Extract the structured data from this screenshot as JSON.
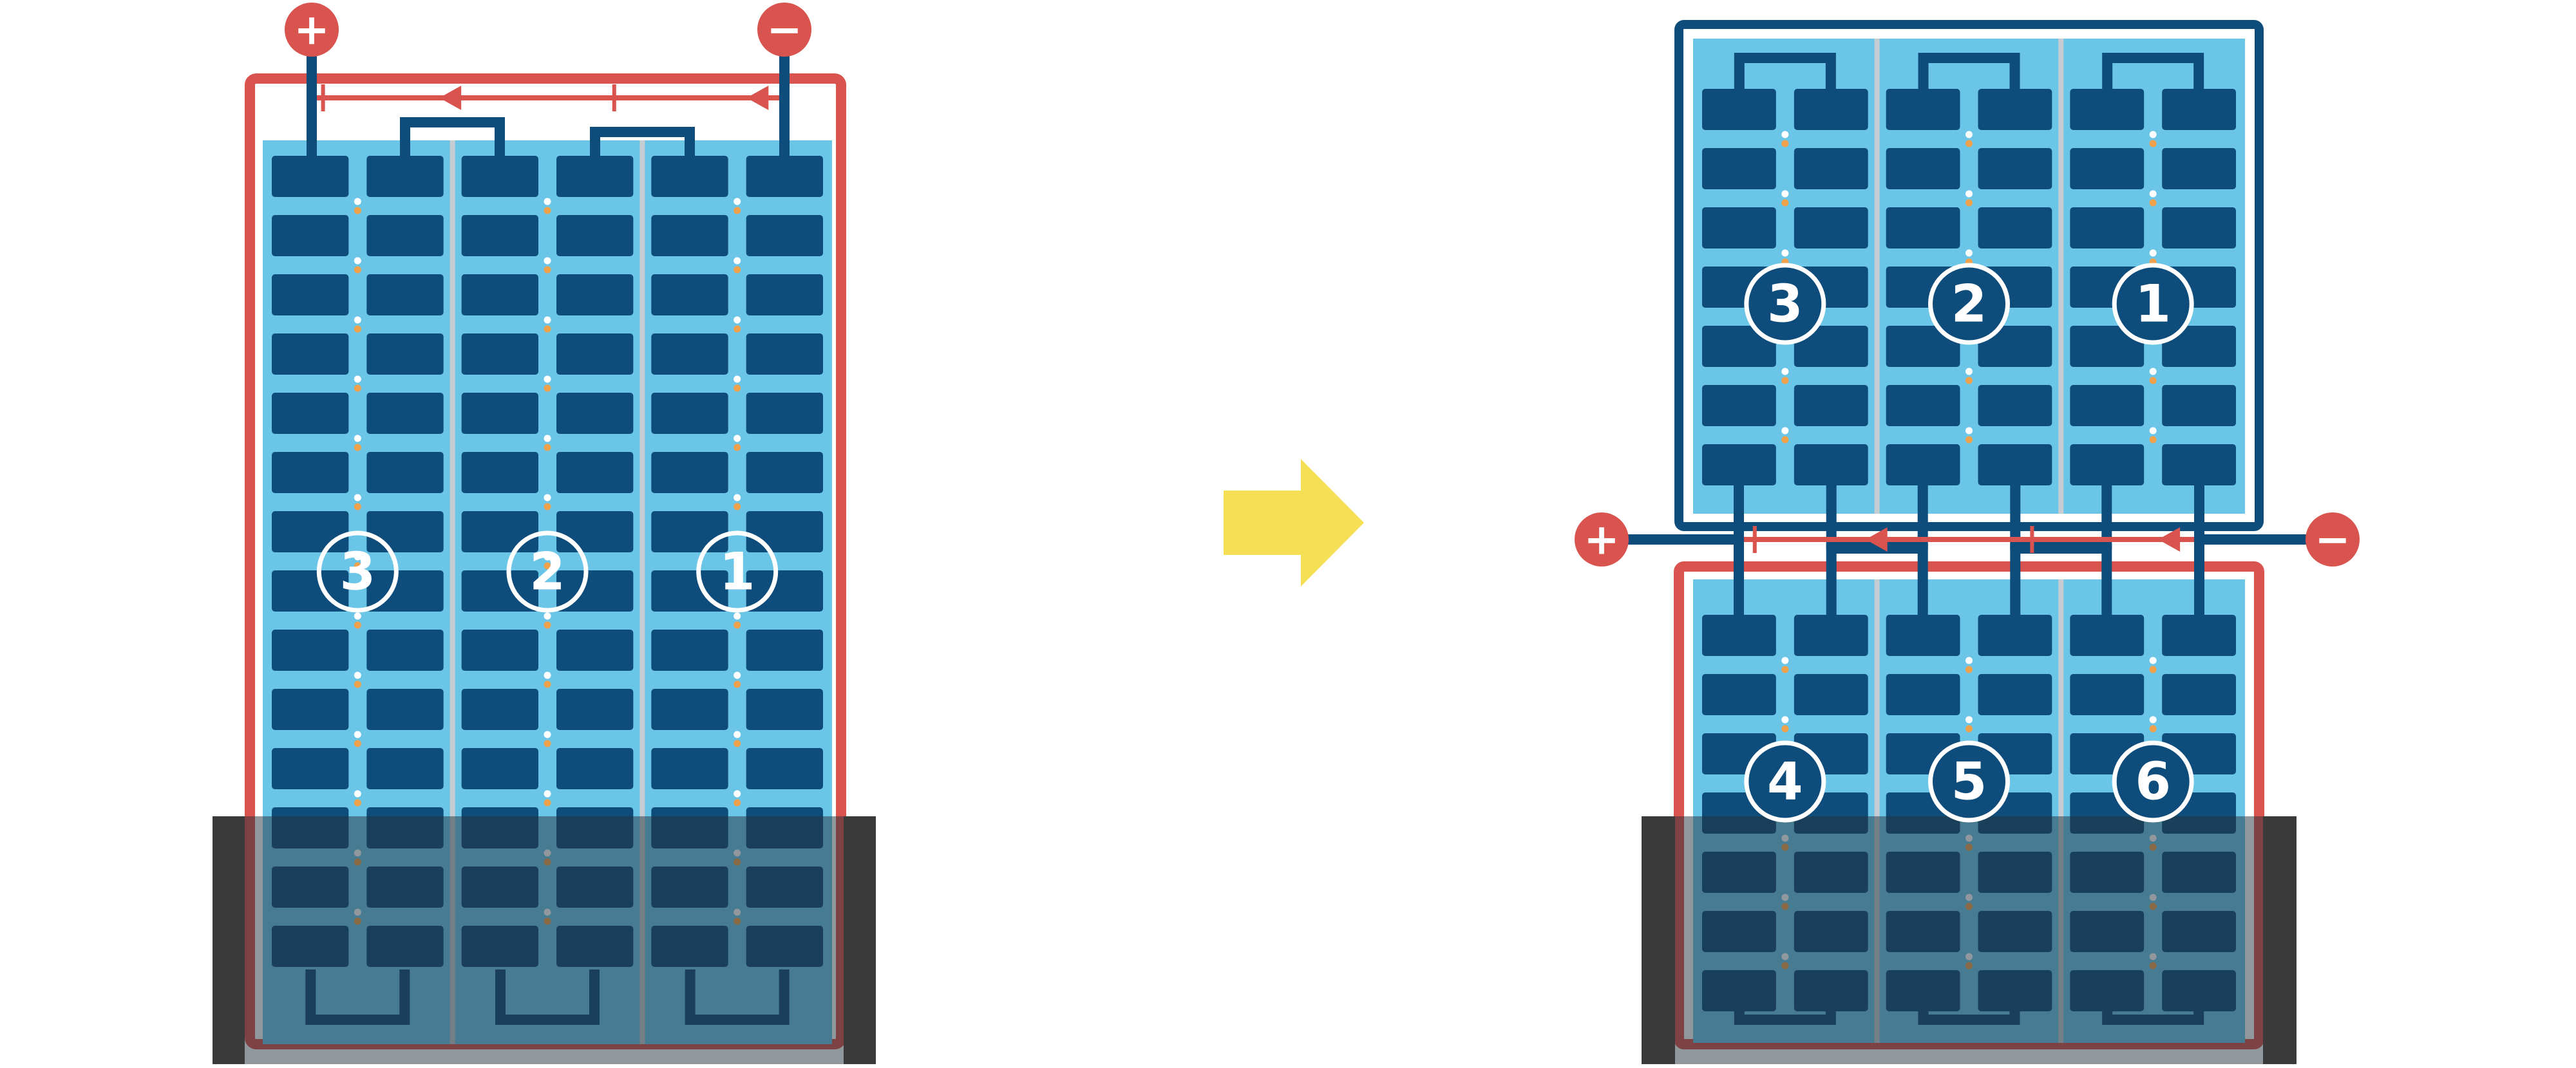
{
  "colors": {
    "red": "#D9534F",
    "navy": "#0E4C7B",
    "light_blue": "#6BC5E6",
    "separator": "#C6CDD2",
    "shade_bar": "#3A3A3A",
    "shade_overlay": "rgba(35,50,60,0.5)",
    "yellow": "#F5DF55",
    "dot_white": "#FFFFFF",
    "dot_orange": "#EFA14C",
    "white": "#FFFFFF"
  },
  "before_panel": {
    "description": "single portrait module, bottom row shaded",
    "cell_strings": [
      "3",
      "2",
      "1"
    ],
    "rows_per_string": 14,
    "terminals": {
      "positive": "+",
      "negative": "−"
    }
  },
  "transform": {
    "arrow_direction": "right"
  },
  "after_panels": {
    "top_panel": {
      "cell_strings": [
        "3",
        "2",
        "1"
      ],
      "rows_per_string": 7,
      "frame": "navy"
    },
    "bottom_panel": {
      "cell_strings": [
        "4",
        "5",
        "6"
      ],
      "rows_per_string": 7,
      "frame": "red"
    },
    "terminals": {
      "positive": "+",
      "negative": "−"
    }
  }
}
